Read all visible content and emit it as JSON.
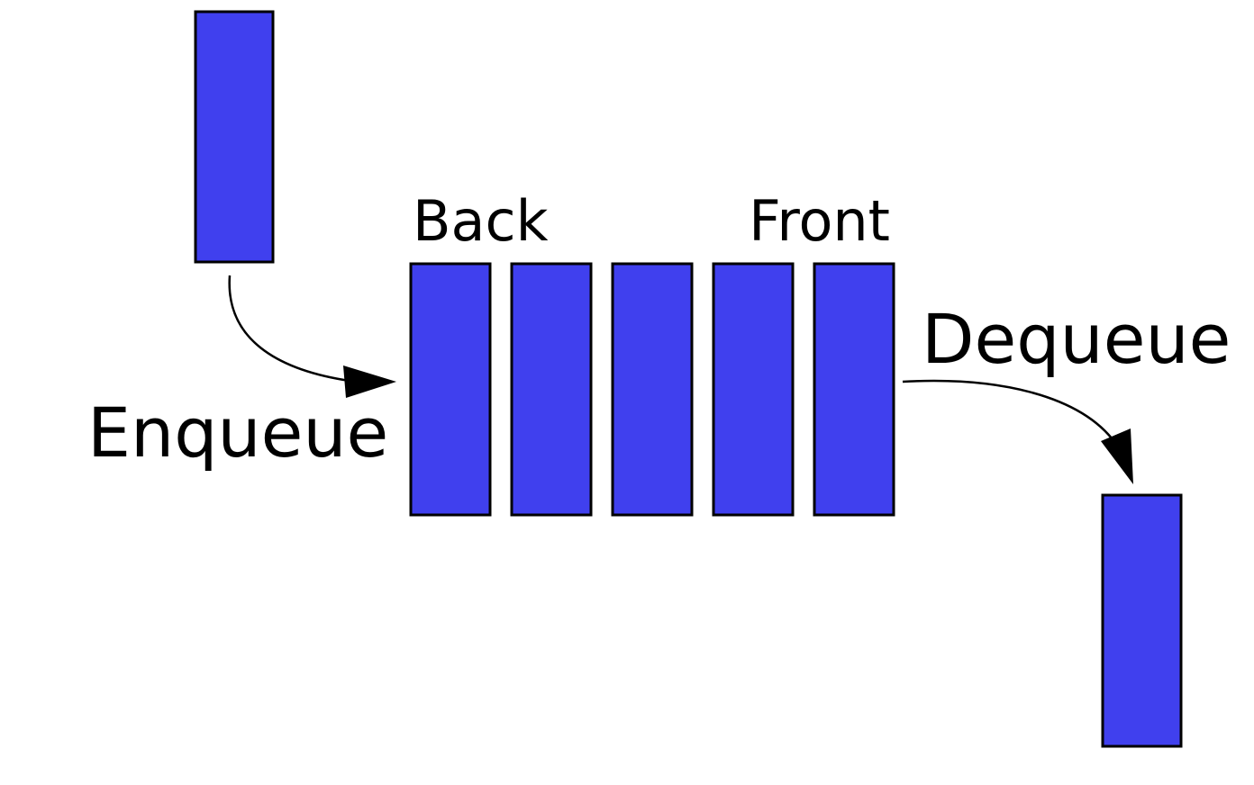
{
  "labels": {
    "back": "Back",
    "front": "Front",
    "enqueue": "Enqueue",
    "dequeue": "Dequeue"
  },
  "queue": {
    "element_count": 5
  },
  "colors": {
    "element_fill": "#4040ee",
    "element_stroke": "#000000",
    "text": "#000000",
    "background": "#ffffff"
  }
}
